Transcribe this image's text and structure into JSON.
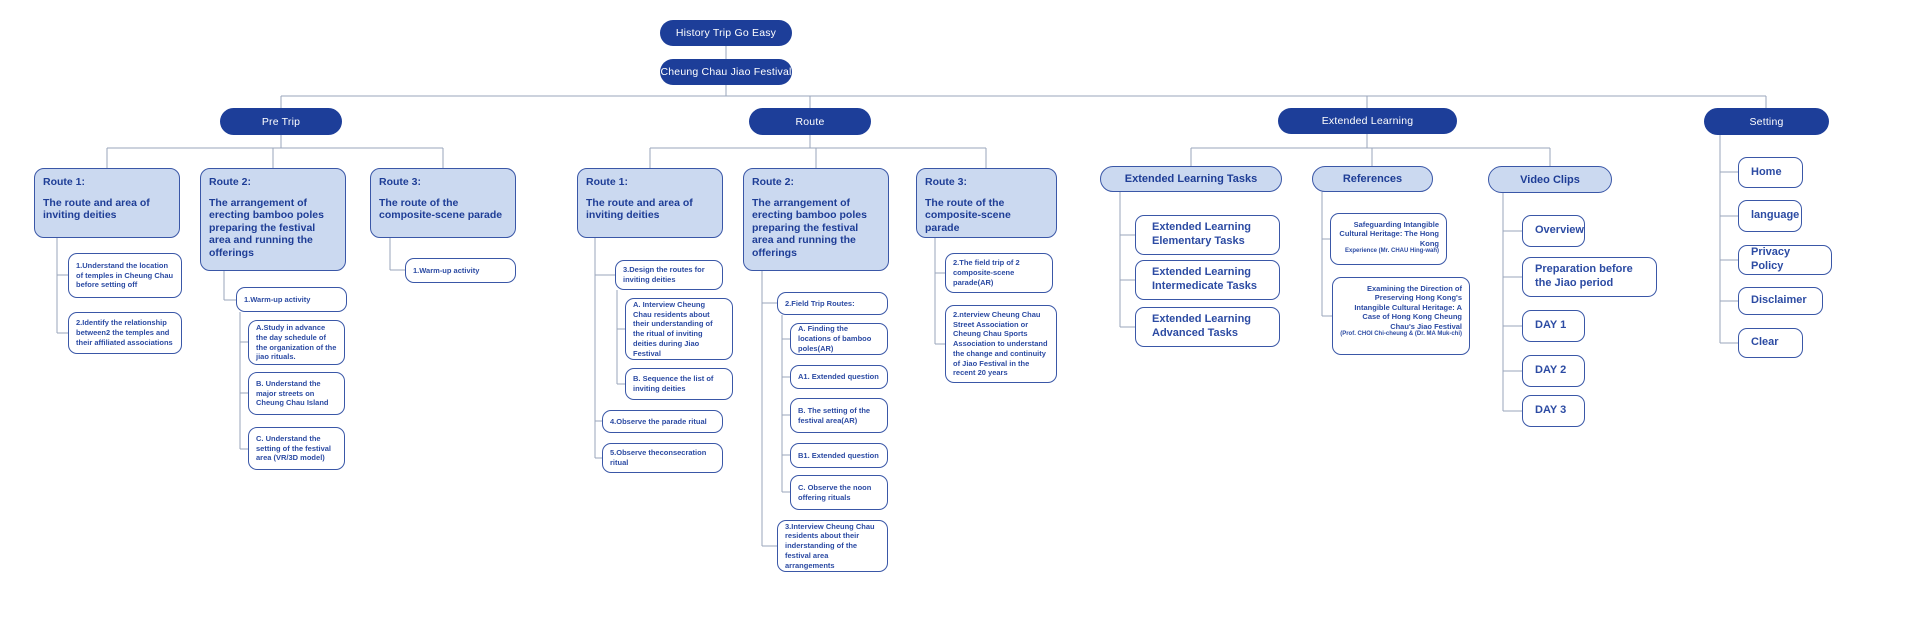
{
  "app": {
    "title": "History Trip Go Easy",
    "subtitle": "Cheung Chau Jiao Festival"
  },
  "pre_trip": {
    "label": "Pre Trip",
    "route1": {
      "title": "Route 1:",
      "body": "The route and area of inviting deities",
      "items": [
        "1.Understand the location of temples in Cheung Chau before setting off",
        "2.Identify the relationship between2 the temples and their affiliated associations"
      ]
    },
    "route2": {
      "title": "Route 2:",
      "body": "The arrangement of erecting bamboo poles preparing the festival area and running the offerings",
      "warmup": "1.Warm-up activity",
      "warmup_items": [
        "A.Study in advance the day schedule of the organization of the jiao rituals.",
        "B. Understand the major streets on Cheung Chau Island",
        "C. Understand the setting of the festival area (VR/3D model)"
      ]
    },
    "route3": {
      "title": "Route 3:",
      "body": "The route of the composite-scene parade",
      "warmup": "1.Warm-up activity"
    }
  },
  "route": {
    "label": "Route",
    "route1": {
      "title": "Route 1:",
      "body": "The route and area of inviting deities",
      "design": "3.Design the routes for inviting deities",
      "design_items": [
        "A. Interview Cheung Chau residents about their understanding of the ritual of inviting deities during Jiao Festival",
        "B. Sequence the list of inviting deities"
      ],
      "observe_parade": "4.Observe the parade ritual",
      "observe_consecration": "5.Observe theconsecration ritual"
    },
    "route2": {
      "title": "Route 2:",
      "body": "The arrangement of erecting bamboo poles preparing the festival area and running the offerings",
      "field_trip": "2.Field Trip Routes:",
      "field_trip_items": [
        "A. Finding the locations of bamboo poles(AR)",
        "A1. Extended question",
        "B. The setting of the festival area(AR)",
        "B1. Extended question",
        "C. Observe the noon offering rituals"
      ],
      "interview": "3.Interview Cheung Chau residents about their inderstanding of the festival area arrangements"
    },
    "route3": {
      "title": "Route 3:",
      "body": "The route of the composite-scene parade",
      "items": [
        "2.The field trip of 2 composite-scene parade(AR)",
        "2.nterview Cheung Chau Street Association or Cheung Chau Sports Association to understand the change and continuity of Jiao Festival in the recent 20 years"
      ]
    }
  },
  "extended_learning": {
    "label": "Extended Learning",
    "tasks": {
      "label": "Extended Learning Tasks",
      "items": [
        "Extended Learning Elementary Tasks",
        "Extended Learning Intermedicate Tasks",
        "Extended Learning Advanced Tasks"
      ]
    },
    "references": {
      "label": "References",
      "items": [
        {
          "title": "Safeguarding Intangible Cultural Heritage: The Hong Kong",
          "note": "Experience (Mr. CHAU Hing-wah)"
        },
        {
          "title": "Examining the Direction of Preserving Hong Kong's Intangible Cultural Heritage: A Case of Hong Kong Cheung Chau's Jiao Festival",
          "note": "(Prof. CHOI Chi-cheung & (Dr. MA Muk-chi)"
        }
      ]
    },
    "video_clips": {
      "label": "Video Clips",
      "items": [
        "Overview",
        "Preparation before the Jiao period",
        "DAY 1",
        "DAY 2",
        "DAY 3"
      ]
    }
  },
  "setting": {
    "label": "Setting",
    "items": [
      "Home",
      "language",
      "Privacy Policy",
      "Disclaimer",
      "Clear"
    ]
  },
  "colors": {
    "primary_pill": "#1d3e99",
    "light_fill": "#cbd9f0",
    "border": "#3a57a7",
    "text": "#2c4ba3",
    "connector": "#9aa6bb"
  }
}
